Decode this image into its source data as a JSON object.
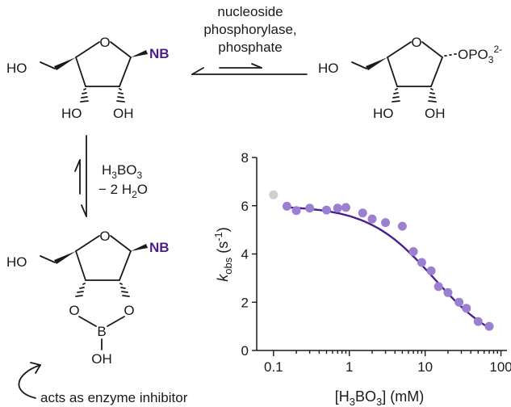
{
  "reaction": {
    "enzyme_line1": "nucleoside",
    "enzyme_line2": "phosphorylase,",
    "enzyme_line3": "phosphate",
    "reagent_main": "H",
    "reagent_sub3": "3",
    "reagent_bo": "BO",
    "reagent_sub3b": "3",
    "water_prefix": "− 2 H",
    "water_sub": "2",
    "water_o": "O",
    "inhibitor_note": "acts as enzyme inhibitor"
  },
  "molecules": {
    "nb_label": "NB",
    "ho": "HO",
    "oh": "OH",
    "ring_o": "O",
    "boron": "B",
    "phosphate_prefix": "OPO",
    "phosphate_sub": "3",
    "phosphate_sup": "2-"
  },
  "chart_data": {
    "type": "scatter",
    "x_scale": "log",
    "xlim": [
      0.06,
      120
    ],
    "ylim": [
      0,
      8
    ],
    "x_ticks": [
      "0.1",
      "1",
      "10",
      "100"
    ],
    "y_ticks": [
      "0",
      "2",
      "4",
      "6",
      "8"
    ],
    "xlabel_prefix": "[H",
    "xlabel_sub": "3",
    "xlabel_mid": "BO",
    "xlabel_sub2": "3",
    "xlabel_suffix": "] (mM)",
    "ylabel_k": "k",
    "ylabel_sub": "obs",
    "ylabel_units": " (s",
    "ylabel_sup": "-1",
    "ylabel_close": ")",
    "colors": {
      "points": "#9b7fd1",
      "excluded_point": "#cfcfcf",
      "fit": "#4a1e8c"
    },
    "excluded_point": {
      "x": 0.1,
      "y": 6.45
    },
    "points": [
      {
        "x": 0.15,
        "y": 5.98
      },
      {
        "x": 0.2,
        "y": 5.8
      },
      {
        "x": 0.3,
        "y": 5.9
      },
      {
        "x": 0.5,
        "y": 5.82
      },
      {
        "x": 0.7,
        "y": 5.9
      },
      {
        "x": 0.9,
        "y": 5.93
      },
      {
        "x": 1.5,
        "y": 5.7
      },
      {
        "x": 2,
        "y": 5.45
      },
      {
        "x": 3,
        "y": 5.3
      },
      {
        "x": 5,
        "y": 5.15
      },
      {
        "x": 7,
        "y": 4.1
      },
      {
        "x": 9,
        "y": 3.65
      },
      {
        "x": 12,
        "y": 3.3
      },
      {
        "x": 15,
        "y": 2.65
      },
      {
        "x": 20,
        "y": 2.4
      },
      {
        "x": 28,
        "y": 2.0
      },
      {
        "x": 35,
        "y": 1.75
      },
      {
        "x": 50,
        "y": 1.2
      },
      {
        "x": 70,
        "y": 1.0
      }
    ],
    "fit": {
      "v_max": 6.0,
      "ic50": 13
    }
  }
}
